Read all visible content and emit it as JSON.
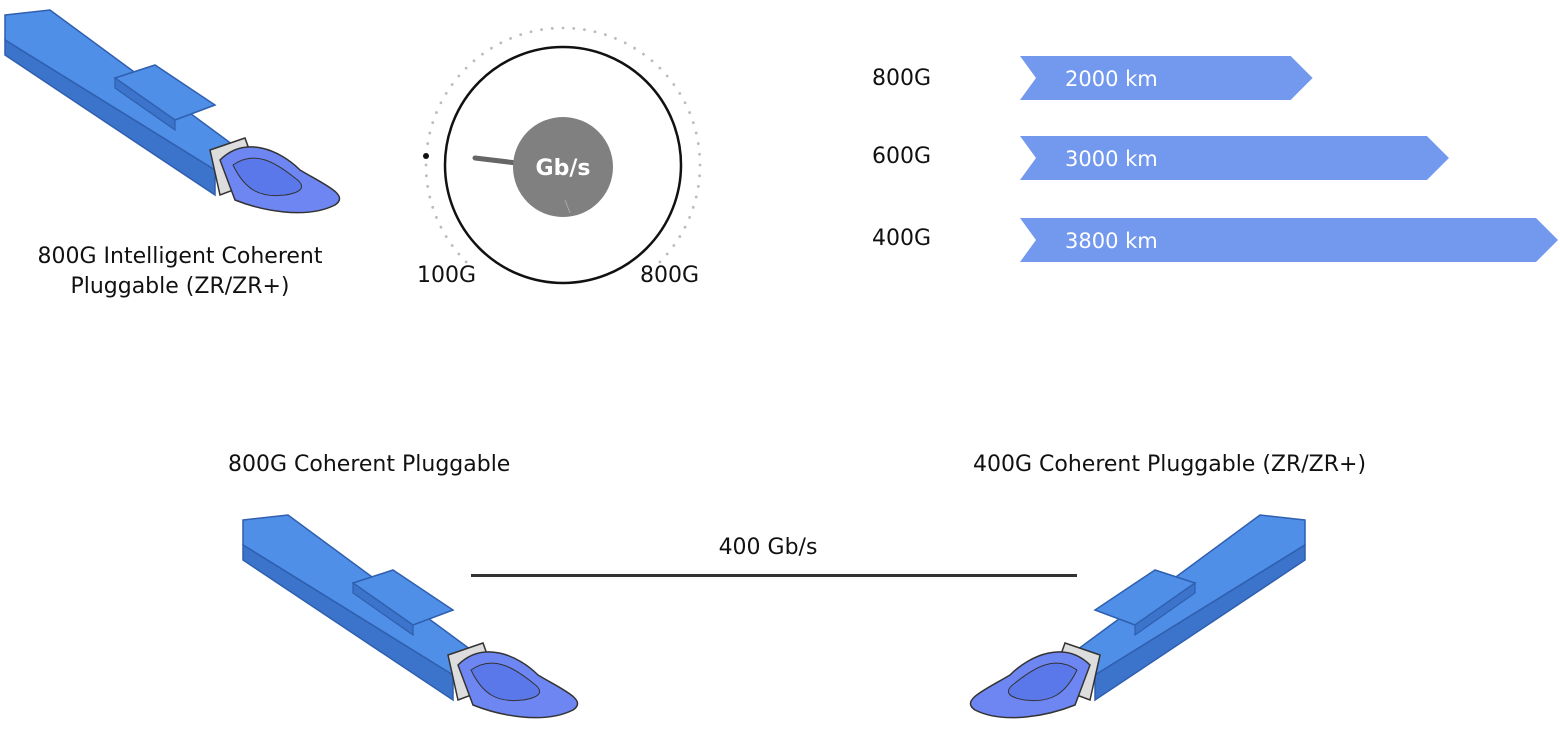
{
  "top_module": {
    "title_line1": "800G Intelligent Coherent",
    "title_line2": "Pluggable (ZR/ZR+)"
  },
  "dial": {
    "center_label": "Gb/s",
    "min_label": "100G",
    "max_label": "800G"
  },
  "reach": {
    "bar_color": "#7399EE",
    "rows": [
      {
        "rate": "800G",
        "reach": "2000 km",
        "reach_km": 2000
      },
      {
        "rate": "600G",
        "reach": "3000 km",
        "reach_km": 3000
      },
      {
        "rate": "400G",
        "reach": "3800 km",
        "reach_km": 3800
      }
    ]
  },
  "link": {
    "left_label": "800G Coherent Pluggable",
    "right_label": "400G Coherent Pluggable (ZR/ZR+)",
    "rate_label": "400 Gb/s"
  },
  "colors": {
    "module_body": "#4F8FE8",
    "module_dark": "#3C74CC",
    "module_tip": "#6E86F2"
  }
}
